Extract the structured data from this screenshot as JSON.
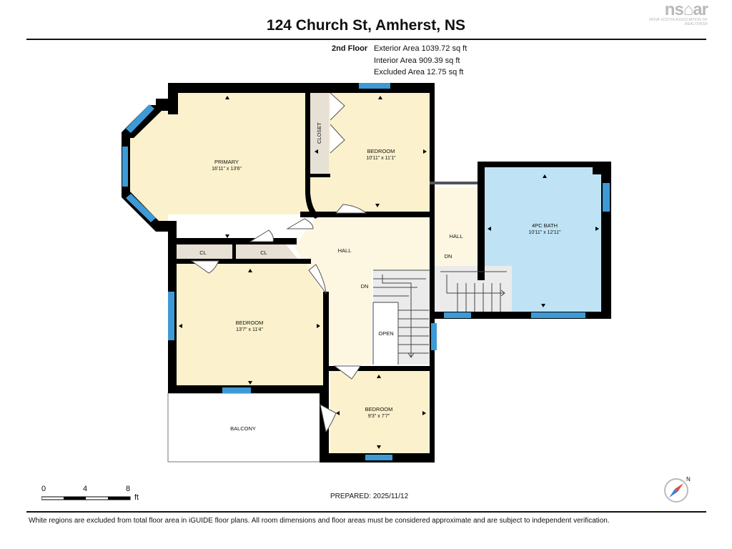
{
  "title": "124 Church St, Amherst, NS",
  "logo": {
    "mark": "ns⌂ar",
    "subtitle": "NOVA SCOTIA ASSOCIATION OF REALTORS®"
  },
  "floor": {
    "label": "2nd Floor",
    "exterior_area": "Exterior Area 1039.72 sq ft",
    "interior_area": "Interior Area 909.39 sq ft",
    "excluded_area": "Excluded Area 12.75 sq ft"
  },
  "rooms": {
    "primary": {
      "name": "PRIMARY",
      "dims": "16'11\" x 13'6\""
    },
    "bedroom_ne": {
      "name": "BEDROOM",
      "dims": "10'11\" x 11'1\""
    },
    "closet": {
      "name": "CLOSET"
    },
    "bath": {
      "name": "4PC BATH",
      "dims": "10'11\" x 12'11\""
    },
    "hall_main": {
      "name": "HALL"
    },
    "hall_east": {
      "name": "HALL"
    },
    "dn_main": {
      "name": "DN"
    },
    "dn_east": {
      "name": "DN"
    },
    "cl_1": {
      "name": "CL"
    },
    "cl_2": {
      "name": "CL"
    },
    "open": {
      "name": "OPEN"
    },
    "bedroom_w": {
      "name": "BEDROOM",
      "dims": "13'7\" x 11'4\""
    },
    "bedroom_s": {
      "name": "BEDROOM",
      "dims": "9'3\" x 7'7\""
    },
    "balcony": {
      "name": "BALCONY"
    }
  },
  "scale": {
    "t0": "0",
    "t4": "4",
    "t8": "8",
    "unit": "ft"
  },
  "prepared": "PREPARED: 2025/11/12",
  "compass": {
    "north": "N"
  },
  "disclaimer": "White regions are excluded from total floor area in iGUIDE floor plans. All room dimensions and floor areas must be considered approximate and are subject to independent verification.",
  "colors": {
    "room_fill": "#fbf1cc",
    "hall_fill": "#fdf7e1",
    "bath_fill": "#bfe3f5",
    "window": "#3d9ad6",
    "wall": "#000000"
  }
}
